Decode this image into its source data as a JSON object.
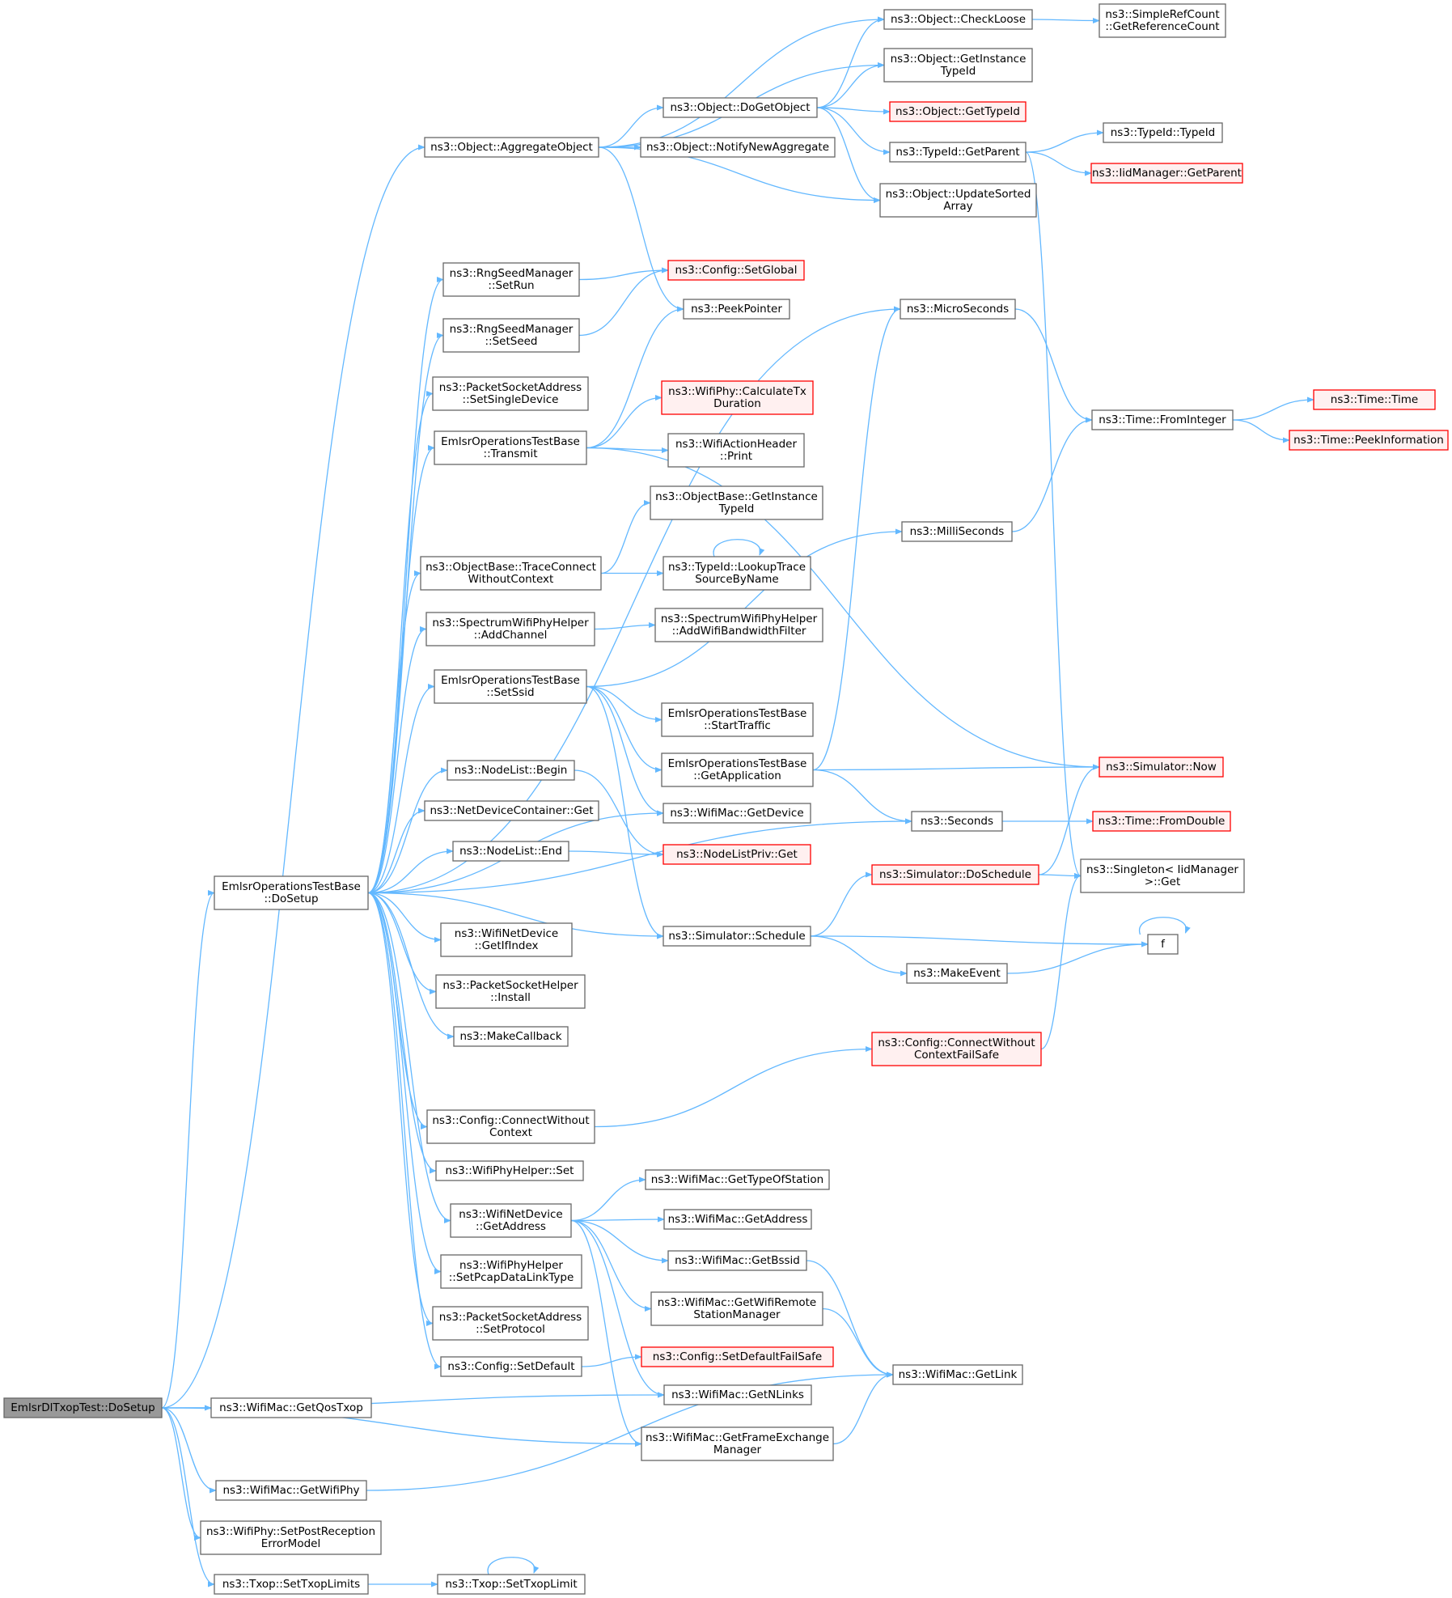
{
  "colors": {
    "edge": "#63b8ff",
    "node_border": "#666666",
    "node_fill": "#ffffff",
    "root_fill": "#999999",
    "undocumented_border": "#ff0000",
    "undocumented_fill": "#fff0f0",
    "text": "#000000"
  },
  "nodes": [
    {
      "id": "root",
      "lines": [
        "EmlsrDlTxopTest::DoSetup"
      ],
      "style": "root"
    },
    {
      "id": "dosetup",
      "lines": [
        "EmlsrOperationsTestBase",
        "::DoSetup"
      ],
      "style": "normal"
    },
    {
      "id": "aggregate",
      "lines": [
        "ns3::Object::AggregateObject"
      ],
      "style": "normal"
    },
    {
      "id": "checkloose",
      "lines": [
        "ns3::Object::CheckLoose"
      ],
      "style": "normal"
    },
    {
      "id": "getrefcount",
      "lines": [
        "ns3::SimpleRefCount",
        "::GetReferenceCount"
      ],
      "style": "normal"
    },
    {
      "id": "getinstancetypeid",
      "lines": [
        "ns3::Object::GetInstance",
        "TypeId"
      ],
      "style": "normal"
    },
    {
      "id": "dogetobject",
      "lines": [
        "ns3::Object::DoGetObject"
      ],
      "style": "normal"
    },
    {
      "id": "gettypeid",
      "lines": [
        "ns3::Object::GetTypeId"
      ],
      "style": "red"
    },
    {
      "id": "notifynewagg",
      "lines": [
        "ns3::Object::NotifyNewAggregate"
      ],
      "style": "normal"
    },
    {
      "id": "typeidgetparent",
      "lines": [
        "ns3::TypeId::GetParent"
      ],
      "style": "normal"
    },
    {
      "id": "typeidtypeid",
      "lines": [
        "ns3::TypeId::TypeId"
      ],
      "style": "normal"
    },
    {
      "id": "iidgetparent",
      "lines": [
        "ns3::IidManager::GetParent"
      ],
      "style": "red"
    },
    {
      "id": "updatesorted",
      "lines": [
        "ns3::Object::UpdateSorted",
        "Array"
      ],
      "style": "normal"
    },
    {
      "id": "setrun",
      "lines": [
        "ns3::RngSeedManager",
        "::SetRun"
      ],
      "style": "normal"
    },
    {
      "id": "setglobal",
      "lines": [
        "ns3::Config::SetGlobal"
      ],
      "style": "red"
    },
    {
      "id": "setseed",
      "lines": [
        "ns3::RngSeedManager",
        "::SetSeed"
      ],
      "style": "normal"
    },
    {
      "id": "peekpointer",
      "lines": [
        "ns3::PeekPointer"
      ],
      "style": "normal"
    },
    {
      "id": "microseconds",
      "lines": [
        "ns3::MicroSeconds"
      ],
      "style": "normal"
    },
    {
      "id": "setsingledevice",
      "lines": [
        "ns3::PacketSocketAddress",
        "::SetSingleDevice"
      ],
      "style": "normal"
    },
    {
      "id": "calctxduration",
      "lines": [
        "ns3::WifiPhy::CalculateTx",
        "Duration"
      ],
      "style": "red"
    },
    {
      "id": "transmit",
      "lines": [
        "EmlsrOperationsTestBase",
        "::Transmit"
      ],
      "style": "normal"
    },
    {
      "id": "actionprint",
      "lines": [
        "ns3::WifiActionHeader",
        "::Print"
      ],
      "style": "normal"
    },
    {
      "id": "frominteger",
      "lines": [
        "ns3::Time::FromInteger"
      ],
      "style": "normal"
    },
    {
      "id": "timetime",
      "lines": [
        "ns3::Time::Time"
      ],
      "style": "red"
    },
    {
      "id": "peekinfo",
      "lines": [
        "ns3::Time::PeekInformation"
      ],
      "style": "red"
    },
    {
      "id": "objbasegetinstance",
      "lines": [
        "ns3::ObjectBase::GetInstance",
        "TypeId"
      ],
      "style": "normal"
    },
    {
      "id": "milliseconds",
      "lines": [
        "ns3::MilliSeconds"
      ],
      "style": "normal"
    },
    {
      "id": "traceconnect",
      "lines": [
        "ns3::ObjectBase::TraceConnect",
        "WithoutContext"
      ],
      "style": "normal"
    },
    {
      "id": "lookuptrace",
      "lines": [
        "ns3::TypeId::LookupTrace",
        "SourceByName"
      ],
      "style": "normal"
    },
    {
      "id": "addchannel",
      "lines": [
        "ns3::SpectrumWifiPhyHelper",
        "::AddChannel"
      ],
      "style": "normal"
    },
    {
      "id": "addbwfilter",
      "lines": [
        "ns3::SpectrumWifiPhyHelper",
        "::AddWifiBandwidthFilter"
      ],
      "style": "normal"
    },
    {
      "id": "setssid",
      "lines": [
        "EmlsrOperationsTestBase",
        "::SetSsid"
      ],
      "style": "normal"
    },
    {
      "id": "starttraffic",
      "lines": [
        "EmlsrOperationsTestBase",
        "::StartTraffic"
      ],
      "style": "normal"
    },
    {
      "id": "getapplication",
      "lines": [
        "EmlsrOperationsTestBase",
        "::GetApplication"
      ],
      "style": "normal"
    },
    {
      "id": "simnow",
      "lines": [
        "ns3::Simulator::Now"
      ],
      "style": "red"
    },
    {
      "id": "nodelistbegin",
      "lines": [
        "ns3::NodeList::Begin"
      ],
      "style": "normal"
    },
    {
      "id": "getdevice",
      "lines": [
        "ns3::WifiMac::GetDevice"
      ],
      "style": "normal"
    },
    {
      "id": "seconds",
      "lines": [
        "ns3::Seconds"
      ],
      "style": "normal"
    },
    {
      "id": "fromdouble",
      "lines": [
        "ns3::Time::FromDouble"
      ],
      "style": "red"
    },
    {
      "id": "ndcget",
      "lines": [
        "ns3::NetDeviceContainer::Get"
      ],
      "style": "normal"
    },
    {
      "id": "nodelistprivget",
      "lines": [
        "ns3::NodeListPriv::Get"
      ],
      "style": "red"
    },
    {
      "id": "nodelistend",
      "lines": [
        "ns3::NodeList::End"
      ],
      "style": "normal"
    },
    {
      "id": "doschedule",
      "lines": [
        "ns3::Simulator::DoSchedule"
      ],
      "style": "red"
    },
    {
      "id": "singletonget",
      "lines": [
        "ns3::Singleton< IidManager",
        ">::Get"
      ],
      "style": "normal"
    },
    {
      "id": "getifindex",
      "lines": [
        "ns3::WifiNetDevice",
        "::GetIfIndex"
      ],
      "style": "normal"
    },
    {
      "id": "schedule",
      "lines": [
        "ns3::Simulator::Schedule"
      ],
      "style": "normal"
    },
    {
      "id": "f",
      "lines": [
        "f"
      ],
      "style": "normal"
    },
    {
      "id": "makeevent",
      "lines": [
        "ns3::MakeEvent"
      ],
      "style": "normal"
    },
    {
      "id": "psinstall",
      "lines": [
        "ns3::PacketSocketHelper",
        "::Install"
      ],
      "style": "normal"
    },
    {
      "id": "makecallback",
      "lines": [
        "ns3::MakeCallback"
      ],
      "style": "normal"
    },
    {
      "id": "connectfailsafe",
      "lines": [
        "ns3::Config::ConnectWithout",
        "ContextFailSafe"
      ],
      "style": "red"
    },
    {
      "id": "connectwithout",
      "lines": [
        "ns3::Config::ConnectWithout",
        "Context"
      ],
      "style": "normal"
    },
    {
      "id": "phyhelperset",
      "lines": [
        "ns3::WifiPhyHelper::Set"
      ],
      "style": "normal"
    },
    {
      "id": "gettypeofstation",
      "lines": [
        "ns3::WifiMac::GetTypeOfStation"
      ],
      "style": "normal"
    },
    {
      "id": "getaddress",
      "lines": [
        "ns3::WifiNetDevice",
        "::GetAddress"
      ],
      "style": "normal"
    },
    {
      "id": "macgetaddress",
      "lines": [
        "ns3::WifiMac::GetAddress"
      ],
      "style": "normal"
    },
    {
      "id": "getbssid",
      "lines": [
        "ns3::WifiMac::GetBssid"
      ],
      "style": "normal"
    },
    {
      "id": "setpcap",
      "lines": [
        "ns3::WifiPhyHelper",
        "::SetPcapDataLinkType"
      ],
      "style": "normal"
    },
    {
      "id": "getremotestation",
      "lines": [
        "ns3::WifiMac::GetWifiRemote",
        "StationManager"
      ],
      "style": "normal"
    },
    {
      "id": "setprotocol",
      "lines": [
        "ns3::PacketSocketAddress",
        "::SetProtocol"
      ],
      "style": "normal"
    },
    {
      "id": "configsetdefault",
      "lines": [
        "ns3::Config::SetDefault"
      ],
      "style": "normal"
    },
    {
      "id": "setdefaultfailsafe",
      "lines": [
        "ns3::Config::SetDefaultFailSafe"
      ],
      "style": "red"
    },
    {
      "id": "getlink",
      "lines": [
        "ns3::WifiMac::GetLink"
      ],
      "style": "normal"
    },
    {
      "id": "getnlinks",
      "lines": [
        "ns3::WifiMac::GetNLinks"
      ],
      "style": "normal"
    },
    {
      "id": "getqostxop",
      "lines": [
        "ns3::WifiMac::GetQosTxop"
      ],
      "style": "normal"
    },
    {
      "id": "getfem",
      "lines": [
        "ns3::WifiMac::GetFrameExchange",
        "Manager"
      ],
      "style": "normal"
    },
    {
      "id": "getwifiphy",
      "lines": [
        "ns3::WifiMac::GetWifiPhy"
      ],
      "style": "normal"
    },
    {
      "id": "setpostreception",
      "lines": [
        "ns3::WifiPhy::SetPostReception",
        "ErrorModel"
      ],
      "style": "normal"
    },
    {
      "id": "settxoplimits",
      "lines": [
        "ns3::Txop::SetTxopLimits"
      ],
      "style": "normal"
    },
    {
      "id": "settxoplimit",
      "lines": [
        "ns3::Txop::SetTxopLimit"
      ],
      "style": "normal"
    }
  ],
  "edges": [
    [
      "root",
      "aggregate"
    ],
    [
      "root",
      "dosetup"
    ],
    [
      "root",
      "getnlinks"
    ],
    [
      "root",
      "getqostxop"
    ],
    [
      "root",
      "getfem"
    ],
    [
      "root",
      "getwifiphy"
    ],
    [
      "root",
      "setpostreception"
    ],
    [
      "root",
      "settxoplimits"
    ],
    [
      "aggregate",
      "checkloose"
    ],
    [
      "aggregate",
      "getinstancetypeid"
    ],
    [
      "aggregate",
      "dogetobject"
    ],
    [
      "aggregate",
      "notifynewagg"
    ],
    [
      "aggregate",
      "updatesorted"
    ],
    [
      "aggregate",
      "peekpointer"
    ],
    [
      "checkloose",
      "getrefcount"
    ],
    [
      "dogetobject",
      "checkloose"
    ],
    [
      "dogetobject",
      "getinstancetypeid"
    ],
    [
      "dogetobject",
      "gettypeid"
    ],
    [
      "dogetobject",
      "typeidgetparent"
    ],
    [
      "dogetobject",
      "updatesorted"
    ],
    [
      "typeidgetparent",
      "typeidtypeid"
    ],
    [
      "typeidgetparent",
      "iidgetparent"
    ],
    [
      "typeidgetparent",
      "singletonget"
    ],
    [
      "dosetup",
      "setrun"
    ],
    [
      "dosetup",
      "setseed"
    ],
    [
      "dosetup",
      "setsingledevice"
    ],
    [
      "dosetup",
      "transmit"
    ],
    [
      "dosetup",
      "traceconnect"
    ],
    [
      "dosetup",
      "addchannel"
    ],
    [
      "dosetup",
      "setssid"
    ],
    [
      "dosetup",
      "getdevice"
    ],
    [
      "dosetup",
      "nodelistbegin"
    ],
    [
      "dosetup",
      "ndcget"
    ],
    [
      "dosetup",
      "nodelistend"
    ],
    [
      "dosetup",
      "seconds"
    ],
    [
      "dosetup",
      "getifindex"
    ],
    [
      "dosetup",
      "psinstall"
    ],
    [
      "dosetup",
      "makecallback"
    ],
    [
      "dosetup",
      "schedule"
    ],
    [
      "dosetup",
      "connectwithout"
    ],
    [
      "dosetup",
      "phyhelperset"
    ],
    [
      "dosetup",
      "getaddress"
    ],
    [
      "dosetup",
      "setpcap"
    ],
    [
      "dosetup",
      "setprotocol"
    ],
    [
      "dosetup",
      "configsetdefault"
    ],
    [
      "dosetup",
      "microseconds"
    ],
    [
      "setrun",
      "setglobal"
    ],
    [
      "setseed",
      "setglobal"
    ],
    [
      "transmit",
      "peekpointer"
    ],
    [
      "transmit",
      "simnow"
    ],
    [
      "transmit",
      "calctxduration"
    ],
    [
      "transmit",
      "actionprint"
    ],
    [
      "microseconds",
      "frominteger"
    ],
    [
      "milliseconds",
      "frominteger"
    ],
    [
      "frominteger",
      "timetime"
    ],
    [
      "frominteger",
      "peekinfo"
    ],
    [
      "traceconnect",
      "objbasegetinstance"
    ],
    [
      "traceconnect",
      "lookuptrace"
    ],
    [
      "lookuptrace",
      "lookuptrace"
    ],
    [
      "addchannel",
      "addbwfilter"
    ],
    [
      "setssid",
      "milliseconds"
    ],
    [
      "setssid",
      "starttraffic"
    ],
    [
      "setssid",
      "getapplication"
    ],
    [
      "setssid",
      "getdevice"
    ],
    [
      "setssid",
      "schedule"
    ],
    [
      "getapplication",
      "microseconds"
    ],
    [
      "getapplication",
      "simnow"
    ],
    [
      "getapplication",
      "seconds"
    ],
    [
      "nodelistbegin",
      "nodelistprivget"
    ],
    [
      "nodelistend",
      "nodelistprivget"
    ],
    [
      "seconds",
      "fromdouble"
    ],
    [
      "doschedule",
      "simnow"
    ],
    [
      "doschedule",
      "singletonget"
    ],
    [
      "schedule",
      "doschedule"
    ],
    [
      "schedule",
      "f"
    ],
    [
      "schedule",
      "makeevent"
    ],
    [
      "makeevent",
      "f"
    ],
    [
      "f",
      "f"
    ],
    [
      "connectwithout",
      "connectfailsafe"
    ],
    [
      "connectfailsafe",
      "singletonget"
    ],
    [
      "getaddress",
      "gettypeofstation"
    ],
    [
      "getaddress",
      "macgetaddress"
    ],
    [
      "getaddress",
      "getbssid"
    ],
    [
      "getaddress",
      "getremotestation"
    ],
    [
      "getaddress",
      "getnlinks"
    ],
    [
      "getaddress",
      "getfem"
    ],
    [
      "getbssid",
      "getlink"
    ],
    [
      "getremotestation",
      "getlink"
    ],
    [
      "getfem",
      "getlink"
    ],
    [
      "getwifiphy",
      "getlink"
    ],
    [
      "configsetdefault",
      "setdefaultfailsafe"
    ],
    [
      "settxoplimits",
      "settxoplimit"
    ],
    [
      "settxoplimit",
      "settxoplimit"
    ]
  ]
}
